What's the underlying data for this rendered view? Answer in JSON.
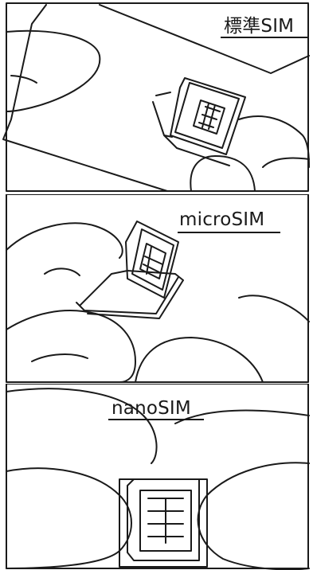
{
  "panels": [
    {
      "label": "標準SIM"
    },
    {
      "label": "microSIM"
    },
    {
      "label": "nanoSIM"
    }
  ],
  "colors": {
    "line": "#1a1a1a",
    "background": "#ffffff"
  }
}
